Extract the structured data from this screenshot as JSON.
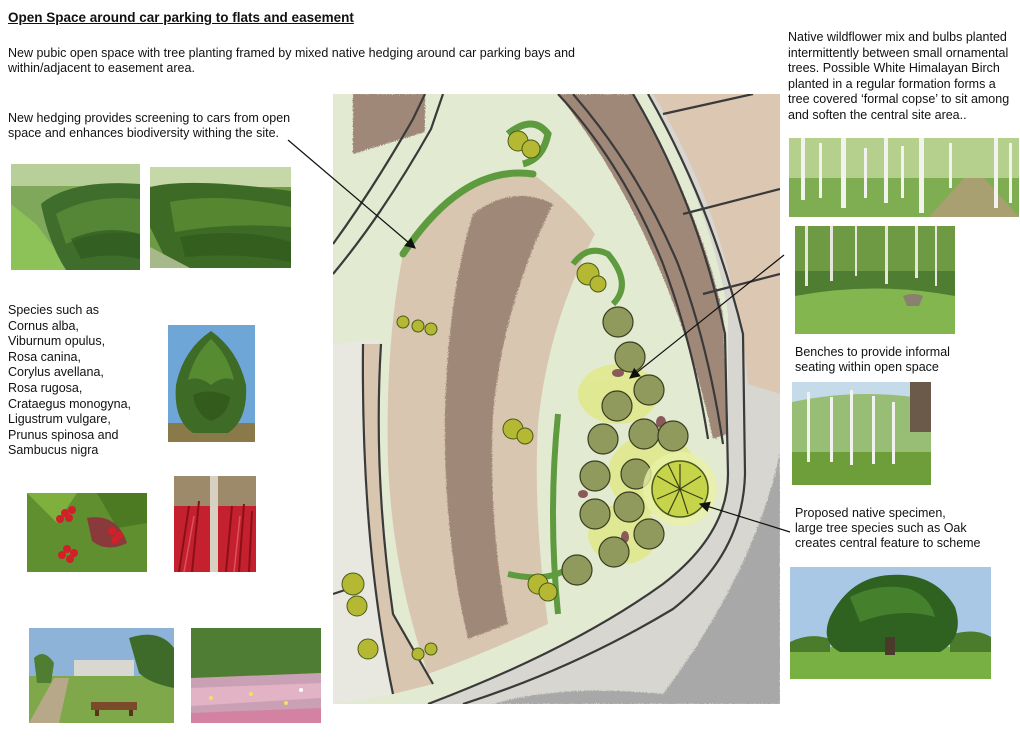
{
  "title": "Open Space around car parking to flats and easement",
  "intro": {
    "line1": "New pubic open space with tree planting framed by mixed native hedging around car parking bays and",
    "line2": "within/adjacent to easement area."
  },
  "hedging_note": {
    "line1": "New hedging provides screening to cars from open",
    "line2": "space and enhances biodiversity withing the site."
  },
  "species": {
    "lines": [
      "Species such as",
      "Cornus alba,",
      "Viburnum opulus,",
      "Rosa canina,",
      "Corylus avellana,",
      "Rosa rugosa,",
      "Crataegus monogyna,",
      "Ligustrum vulgare,",
      "Prunus spinosa and",
      "Sambucus nigra"
    ]
  },
  "wildflower_note": {
    "lines": [
      "Native wildflower mix and bulbs planted",
      "intermittently between small ornamental",
      "trees. Possible White Himalayan Birch",
      "planted in a regular formation forms a",
      "tree covered ‘formal copse’ to sit among",
      "and soften the central site area.."
    ]
  },
  "benches_note": {
    "line1": "Benches to provide informal",
    "line2": "seating within open space"
  },
  "specimen_note": {
    "lines": [
      "Proposed native specimen,",
      "large tree species such as Oak",
      "creates central feature to scheme"
    ]
  },
  "colors": {
    "hedge_green": "#5e9a3e",
    "grass_pale": "#e3ead2",
    "paving_tan": "#d9c6b0",
    "parking_brown": "#a08878",
    "road_grey": "#a8a8a8",
    "tree_olive": "#8f9a5c",
    "specimen_yellow": "#c6d44a"
  }
}
